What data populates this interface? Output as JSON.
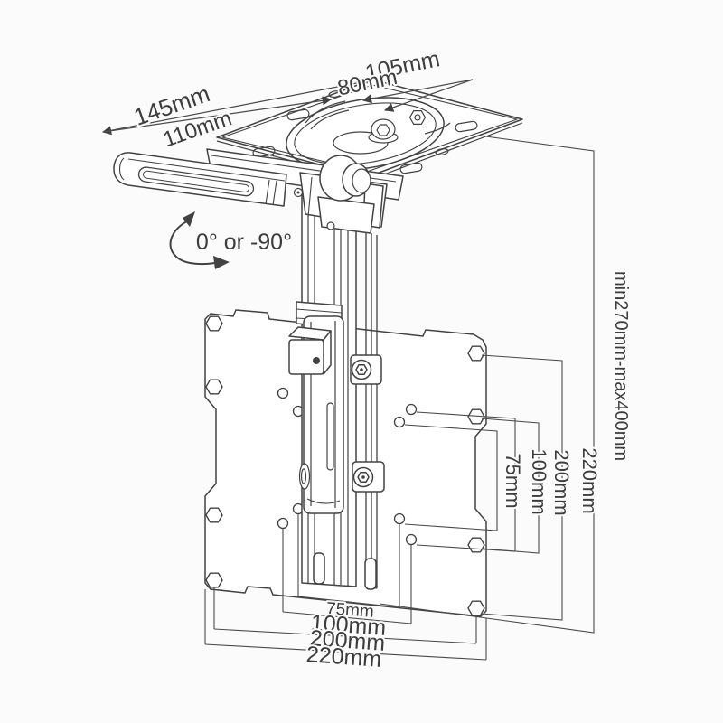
{
  "figure": {
    "type": "technical dimension diagram",
    "subject": "Folding ceiling / under-cabinet TV mount with VESA plate",
    "background": "#fbfbfb",
    "line_color": "#424242",
    "text_color": "#3d3d3d"
  },
  "labels": {
    "plate_depth_outer": "145mm",
    "plate_depth_inner": "110mm",
    "plate_width_outer": "105mm",
    "plate_width_inner": "80mm",
    "fold_angle": "0° or -90°",
    "height_range": "min270mm-max400mm",
    "vesa_v_75": "75mm",
    "vesa_v_100": "100mm",
    "vesa_v_200": "200mm",
    "vesa_v_220": "220mm",
    "vesa_h_75": "75mm",
    "vesa_h_100": "100mm",
    "vesa_h_200": "200mm",
    "vesa_h_220": "220mm"
  }
}
